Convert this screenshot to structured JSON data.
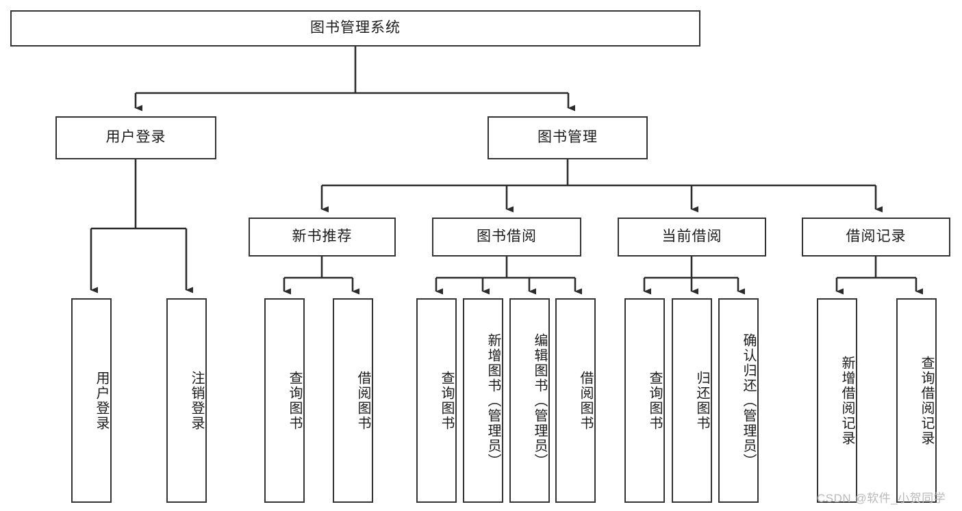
{
  "diagram": {
    "title": "图书管理系统",
    "type": "tree",
    "watermark": "CSDN @软件_小贺同学",
    "colors": {
      "box_border": "#333333",
      "box_fill": "#ffffff",
      "connector": "#2b2b2b",
      "text": "#1b1b1b",
      "watermark": "#b9b9b9",
      "background": "#ffffff"
    },
    "levels": {
      "root": {
        "label": "图书管理系统"
      },
      "level2": [
        {
          "label": "用户登录"
        },
        {
          "label": "图书管理"
        }
      ],
      "level3": [
        {
          "label": "新书推荐"
        },
        {
          "label": "图书借阅"
        },
        {
          "label": "当前借阅"
        },
        {
          "label": "借阅记录"
        }
      ],
      "leaves": {
        "user_login": [
          {
            "label": "用户登录"
          },
          {
            "label": "注销登录"
          }
        ],
        "new_book_recommend": [
          {
            "label": "查询图书"
          },
          {
            "label": "借阅图书"
          }
        ],
        "book_borrow": [
          {
            "label": "查询图书"
          },
          {
            "label": "新增图书（管理员）"
          },
          {
            "label": "编辑图书（管理员）"
          },
          {
            "label": "借阅图书"
          }
        ],
        "current_borrow": [
          {
            "label": "查询图书"
          },
          {
            "label": "归还图书"
          },
          {
            "label": "确认归还（管理员）"
          }
        ],
        "borrow_record": [
          {
            "label": "新增借阅记录"
          },
          {
            "label": "查询借阅记录"
          }
        ]
      }
    }
  }
}
